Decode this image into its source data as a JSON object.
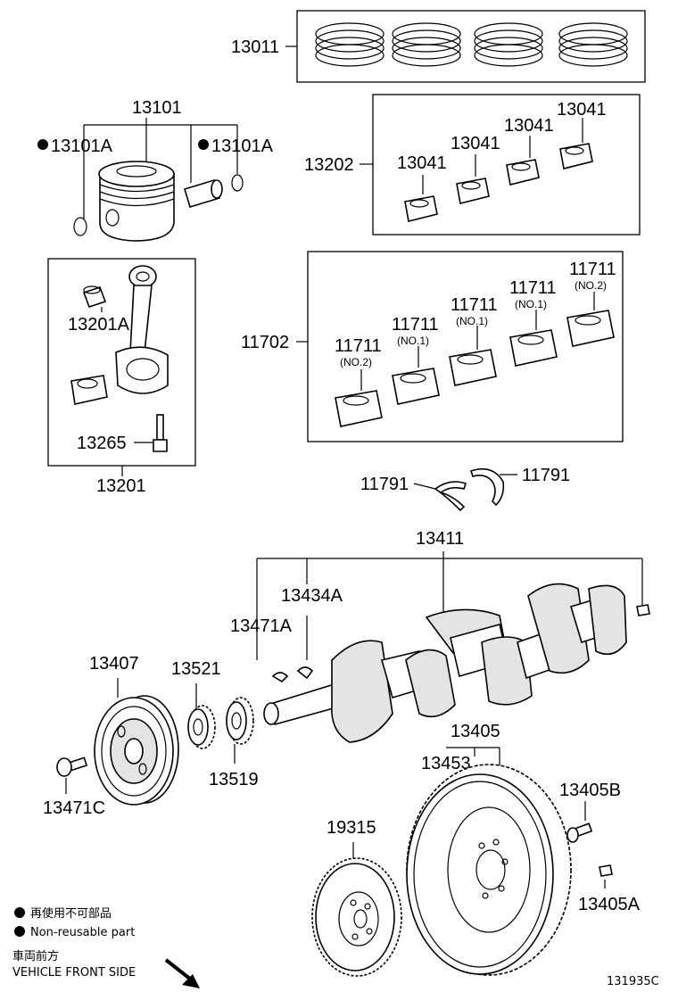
{
  "labels": {
    "p13011": "13011",
    "p13101": "13101",
    "p13101a_left": "13101A",
    "p13101a_right": "13101A",
    "p13202": "13202",
    "p13041_1": "13041",
    "p13041_2": "13041",
    "p13041_3": "13041",
    "p13041_4": "13041",
    "p13201a": "13201A",
    "p13265": "13265",
    "p13201": "13201",
    "p11702": "11702",
    "p11711_1": "11711",
    "p11711_2": "11711",
    "p11711_3": "11711",
    "p11711_4": "11711",
    "p11711_5": "11711",
    "p11791_left": "11791",
    "p11791_right": "11791",
    "p13411": "13411",
    "p13434a": "13434A",
    "p13471a": "13471A",
    "p13407": "13407",
    "p13521": "13521",
    "p13519": "13519",
    "p13471c": "13471C",
    "p13405": "13405",
    "p13453": "13453",
    "p13405b": "13405B",
    "p19315": "19315",
    "p13405a": "13405A"
  },
  "sublabels": {
    "s1": "(NO.2)",
    "s2": "(NO.1)",
    "s3": "(NO.1)",
    "s4": "(NO.1)",
    "s5": "(NO.2)"
  },
  "legend": {
    "non_reusable_jp": "再使用不可部品",
    "non_reusable_en": "Non-reusable part",
    "vehicle_front_jp": "車両前方",
    "vehicle_front_en": "VEHICLE FRONT SIDE"
  },
  "diagram_code": "131935C"
}
